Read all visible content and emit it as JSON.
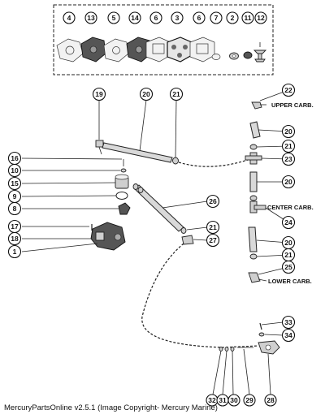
{
  "kit_callouts": [
    "4",
    "13",
    "5",
    "14",
    "6",
    "3",
    "6",
    "7",
    "2",
    "11",
    "12"
  ],
  "callouts": {
    "c1": "1",
    "c8": "8",
    "c9": "9",
    "c10": "10",
    "c15": "15",
    "c16": "16",
    "c17": "17",
    "c18": "18",
    "c19": "19",
    "c20a": "20",
    "c21a": "21",
    "c22": "22",
    "c20b": "20",
    "c21b": "21",
    "c23": "23",
    "c20c": "20",
    "c24": "24",
    "c20d": "20",
    "c21c": "21",
    "c25": "25",
    "c26": "26",
    "c21d": "21",
    "c27": "27",
    "c33": "33",
    "c34": "34",
    "c32": "32",
    "c31": "31",
    "c30": "30",
    "c29": "29",
    "c28": "28"
  },
  "labels": {
    "upper_carb": "UPPER CARB.",
    "center_carb": "CENTER CARB.",
    "lower_carb": "LOWER CARB."
  },
  "footer": "MercuryPartsOnline v2.5.1 (Image Copyright- Mercury Marine)"
}
